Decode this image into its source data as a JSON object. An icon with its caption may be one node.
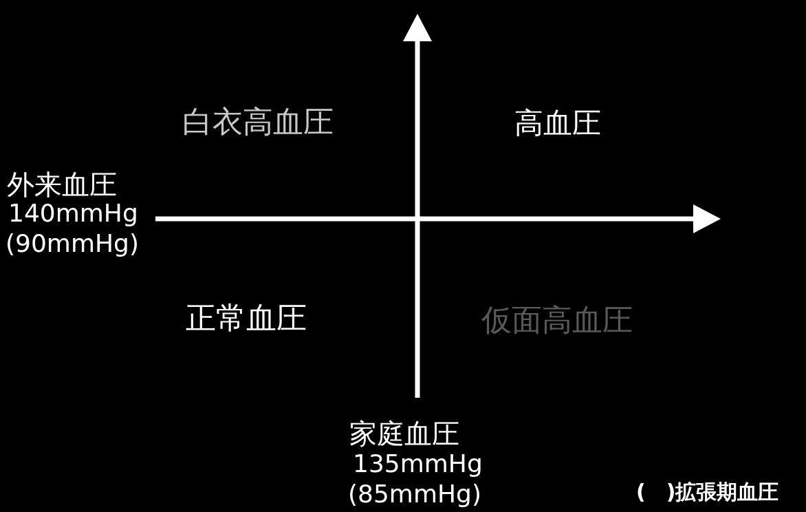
{
  "diagram": {
    "labels": [
      "白衣高血圧",
      "高血圧",
      "外来血圧",
      "140mmHg",
      "(90mmHg)",
      "正常血圧",
      "仮面高血圧",
      "家庭血圧",
      "135mmHg",
      "(85mmHg)",
      "(　)拡張期血圧"
    ]
  }
}
